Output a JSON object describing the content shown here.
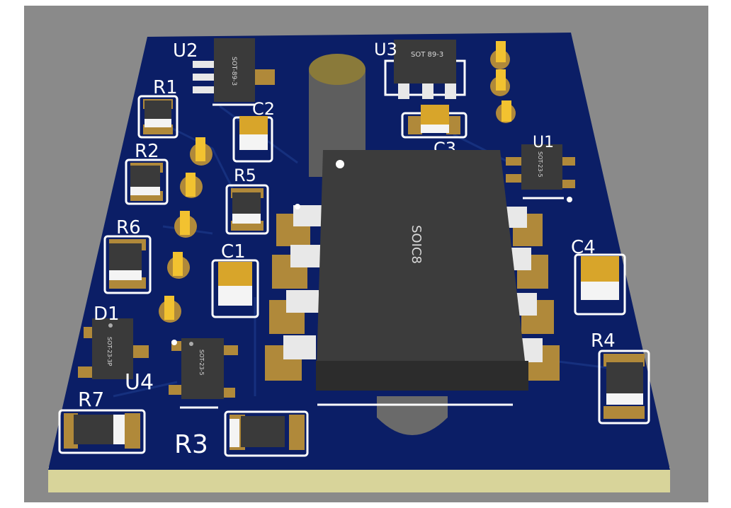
{
  "board": {
    "colors": {
      "background": "#8a8a8a",
      "pcb": "#0b1e66",
      "pcb_edge": "#d8d49a",
      "pad": "#b0893a",
      "silk": "#ffffff",
      "chip": "#3a3a3a",
      "smd_body": "#d8a52a"
    },
    "labels": {
      "r1": "R1",
      "r2": "R2",
      "r3": "R3",
      "r4": "R4",
      "r5": "R5",
      "r6": "R6",
      "r7": "R7",
      "c1": "C1",
      "c2": "C2",
      "c3": "C3",
      "c4": "C4",
      "d1": "D1",
      "u1": "U1",
      "u2": "U2",
      "u3": "U3",
      "u4": "U4"
    },
    "chip_marks": {
      "main": "SOIC8",
      "u2": "SOT-89-3",
      "u3": "SOT 89-3",
      "u1": "SOT-23-5",
      "u4": "SOT-23-5",
      "d1": "SOT-23-3P"
    }
  }
}
